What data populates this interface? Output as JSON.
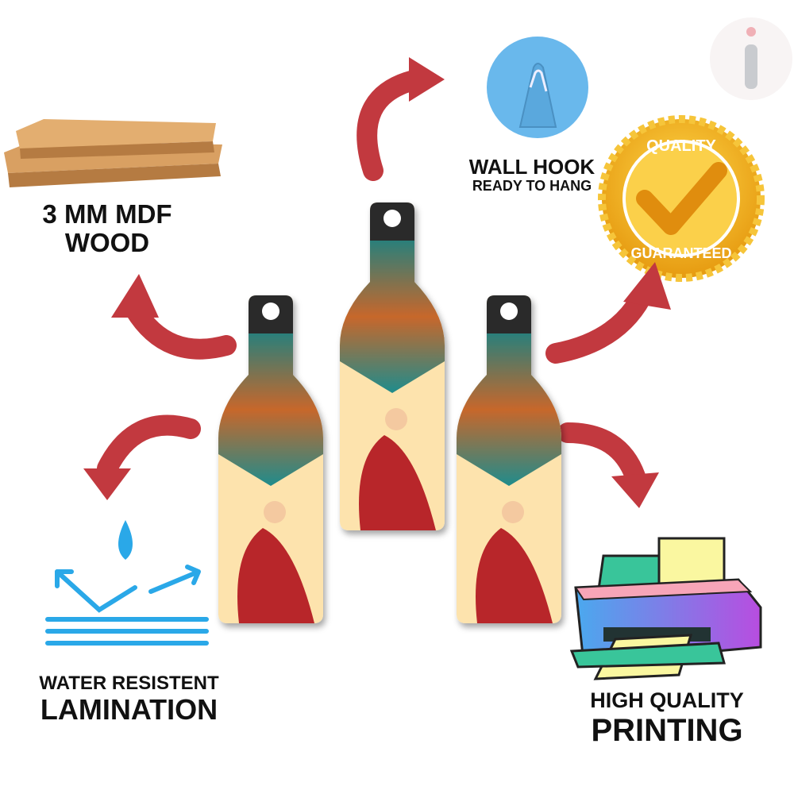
{
  "brand": {
    "logo_letter": "i"
  },
  "features": {
    "mdf": {
      "line1": "3 MM MDF",
      "line2": "WOOD"
    },
    "hook": {
      "title": "WALL HOOK",
      "subtitle": "READY TO HANG"
    },
    "quality": {
      "top": "QUALITY",
      "bottom": "GUARANTEED"
    },
    "water": {
      "line1": "WATER RESISTENT",
      "line2": "LAMINATION"
    },
    "printing": {
      "line1": "HIGH QUALITY",
      "line2": "PRINTING"
    }
  },
  "colors": {
    "arrow": "#c2393f",
    "cream": "#fde3ad",
    "teal": "#1f8c8c",
    "gold": "#f3b51c",
    "hook": "#69b8ec",
    "water": "#2aa8e8"
  }
}
